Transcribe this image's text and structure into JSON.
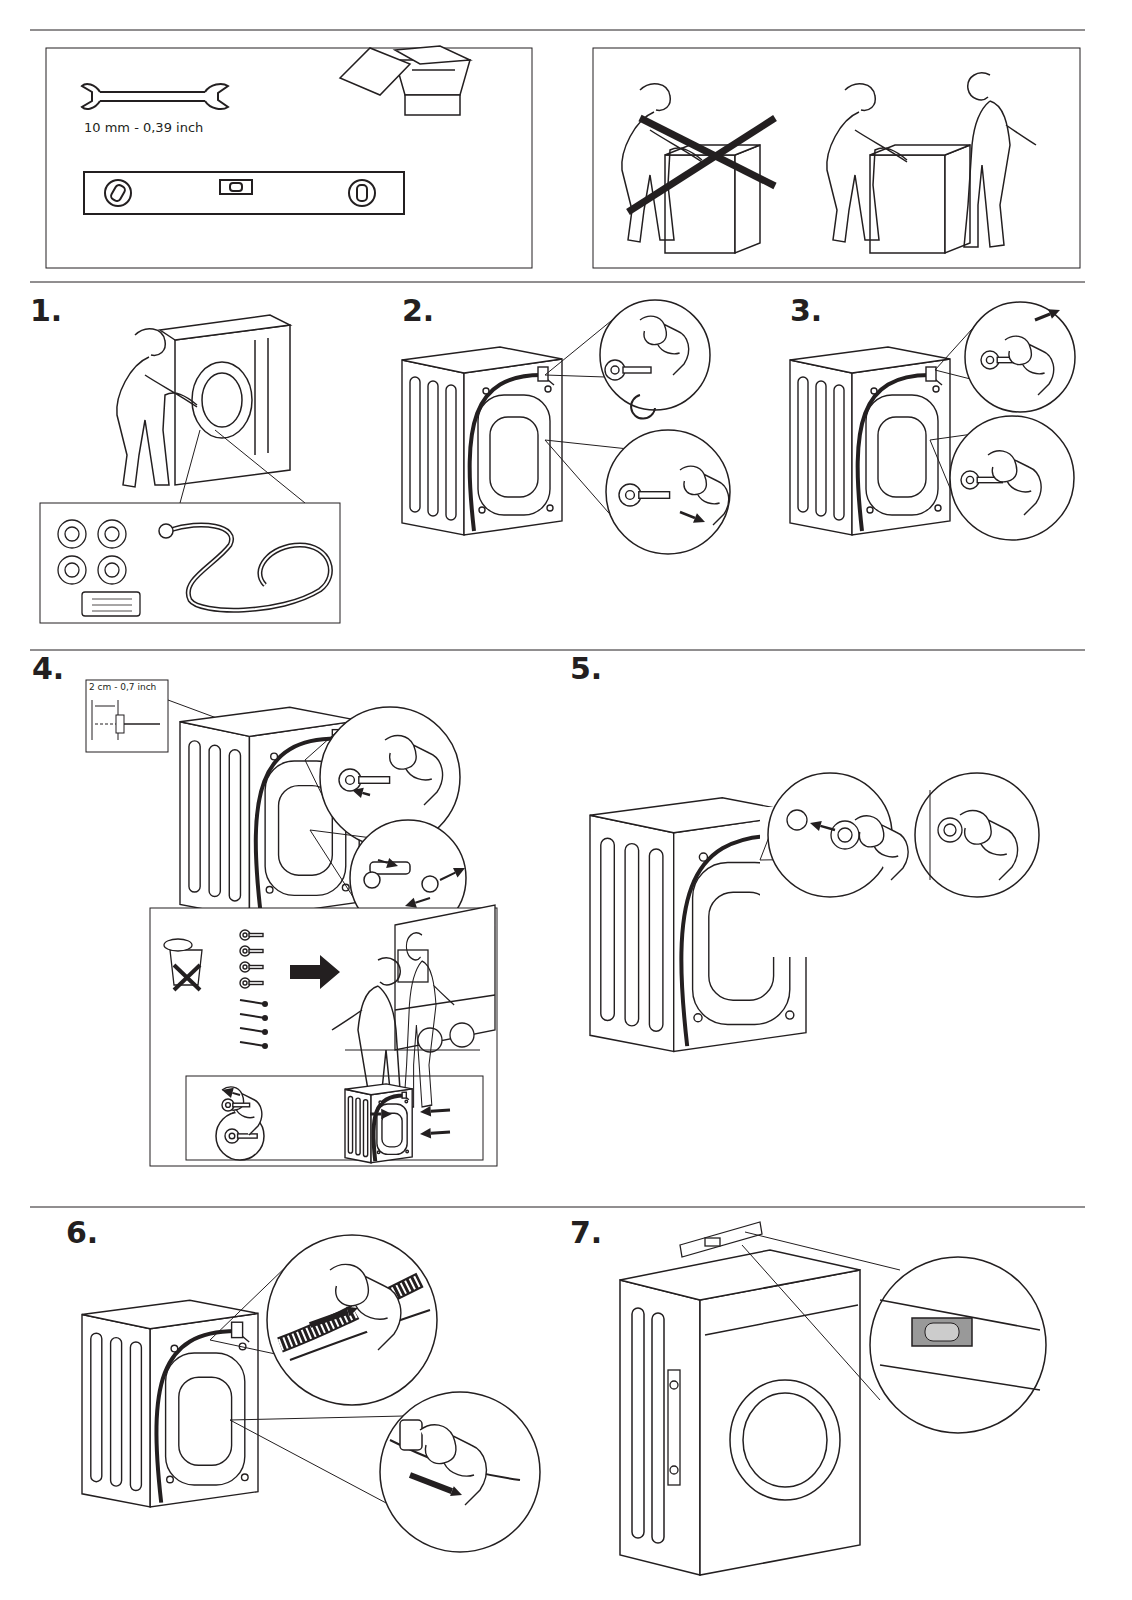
{
  "diagram": {
    "labels": [
      "10 mm - 0,39 inch",
      "1.",
      "2.",
      "3.",
      "4.",
      "2 cm - 0,7 inch",
      "5.",
      "6.",
      "7."
    ]
  }
}
